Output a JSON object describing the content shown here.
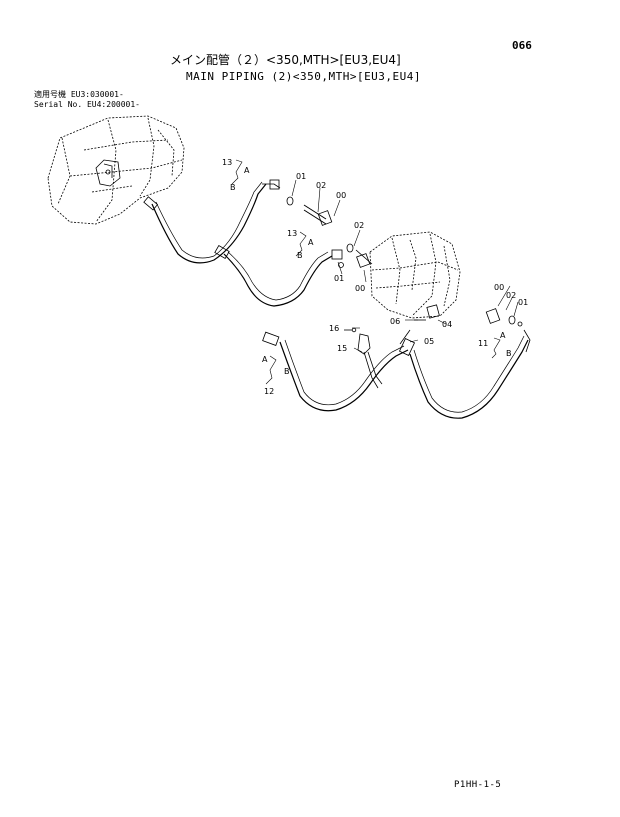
{
  "header": {
    "page_number": "066",
    "title_jp": "メイン配管（２）<350,MTH>[EU3,EU4]",
    "title_en": "MAIN PIPING (2)<350,MTH>[EU3,EU4]"
  },
  "serial_block": {
    "line1": "適用号機  EU3:030001-",
    "line2": "Serial No. EU4:200001-"
  },
  "callouts": {
    "c13a": "13",
    "c13b": "13",
    "c11": "11",
    "c12": "12",
    "c16": "16",
    "c15": "15",
    "c06": "06",
    "c05": "05",
    "c04": "04",
    "c01a": "01",
    "c02a": "02",
    "c00a": "00",
    "c02b": "02",
    "c01b": "01",
    "c00b": "00",
    "c00c": "00",
    "c02c": "02",
    "c01c": "01",
    "A1": "A",
    "B1": "B",
    "A2": "A",
    "B2": "B",
    "A3": "A",
    "B3": "B",
    "A4": "A",
    "B4": "B"
  },
  "footer": {
    "code": "P1HH-1-5"
  }
}
